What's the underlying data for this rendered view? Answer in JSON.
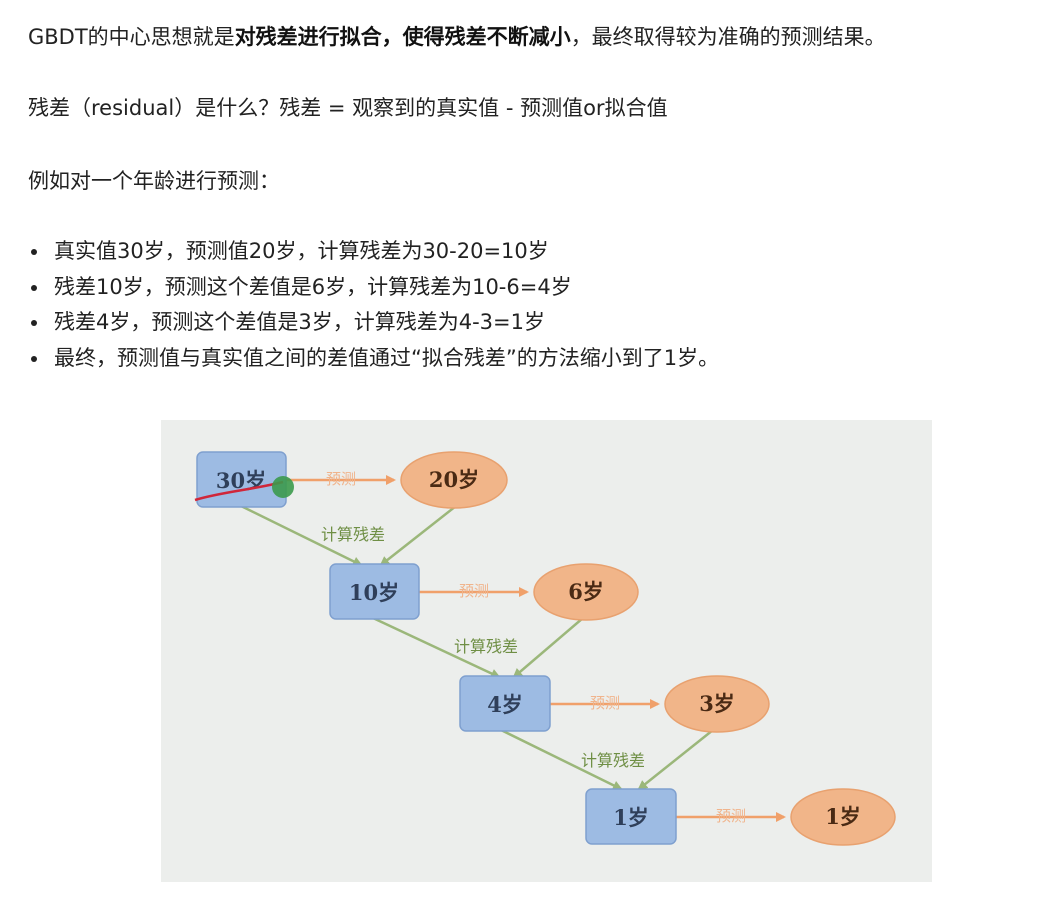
{
  "intro": {
    "prefix": "GBDT的中心思想就是",
    "bold1": "对残差进行拟合，使得残差不断减小",
    "suffix": "，最终取得较为准确的预测结果。"
  },
  "definition": "残差（residual）是什么？残差 = 观察到的真实值 - 预测值or拟合值",
  "example_intro": "例如对一个年龄进行预测：",
  "bullets": [
    "真实值30岁，预测值20岁，计算残差为30-20=10岁",
    "残差10岁，预测这个差值是6岁，计算残差为10-6=4岁",
    "残差4岁，预测这个差值是3岁，计算残差为4-3=1岁",
    "最终，预测值与真实值之间的差值通过“拟合残差”的方法缩小到了1岁。"
  ],
  "diagram": {
    "targets": [
      "30岁",
      "10岁",
      "4岁",
      "1岁"
    ],
    "predictions": [
      "20岁",
      "6岁",
      "3岁",
      "1岁"
    ],
    "predict_label": "预测",
    "residual_label": "计算残差",
    "colors": {
      "box_fill": "#9dbbe3",
      "box_stroke": "#7fa0cf",
      "oval_fill": "#f1b589",
      "oval_stroke": "#e8a16f",
      "green_arrow": "#9bb77a",
      "orange_arrow": "#f0a06a"
    }
  }
}
